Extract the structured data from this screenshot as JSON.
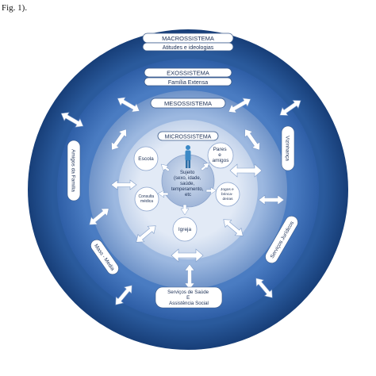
{
  "caption": "Fig. 1).",
  "layers": {
    "macro": {
      "title": "MACROSSISTEMA",
      "subtitle": "Atitudes e ideologias"
    },
    "exo": {
      "title": "EXOSSISTEMA",
      "subtitle": "Família Extensa"
    },
    "meso": {
      "title": "MESOSSISTEMA"
    },
    "micro": {
      "title": "MICROSSISTEMA"
    }
  },
  "subject": {
    "lines": [
      "Sujeito",
      "(sexo, idade,",
      "saúde,",
      "temperamento,",
      "etc"
    ]
  },
  "micro_nodes": {
    "escola": "Escola",
    "pares": [
      "Pares",
      "e",
      "amigos"
    ],
    "consulta": [
      "Consulta",
      "médica"
    ],
    "jogos": [
      "Jogos e",
      "brinca-",
      "deiras"
    ],
    "igreja": "Igreja"
  },
  "exo_nodes": {
    "amigos_familia": "Amigos da Família",
    "vizinhanca": "Vizinhança",
    "mass_media": "Mass - Media",
    "servicos_juridicos": "Serviços Jurídicos",
    "servicos_saude": [
      "Serviços de Saúde",
      "E",
      "Assistência Social"
    ]
  },
  "colors": {
    "macro_ring": "#1f4e8c",
    "exo_ring": "#3f70b8",
    "meso_ring": "#8aaad6",
    "micro_ring": "#d3def0",
    "subject_core": "#b9c9e4",
    "label_fill": "#ffffff"
  }
}
